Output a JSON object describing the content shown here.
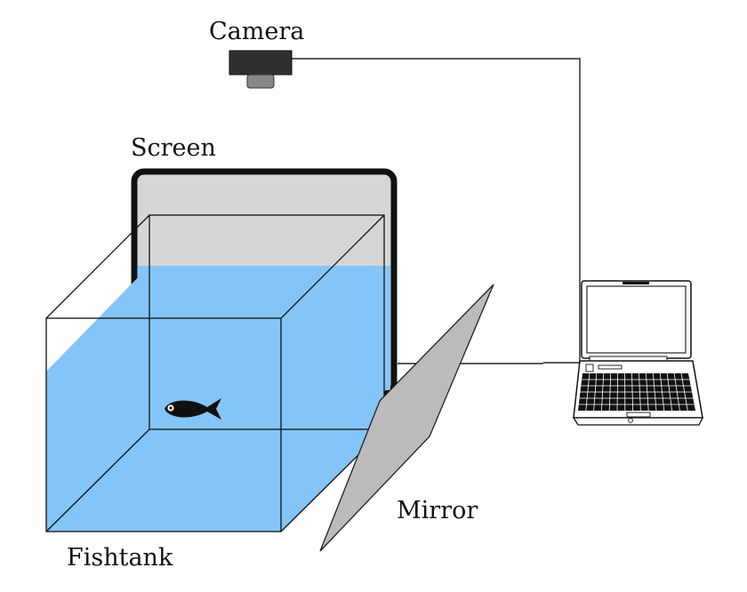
{
  "labels": {
    "camera": "Camera",
    "screen": "Screen",
    "mirror": "Mirror",
    "fishtank": "Fishtank"
  },
  "colors": {
    "water": "#84c5f9",
    "screen_face": "#d6d6d6",
    "screen_frame": "#111111",
    "camera_body": "#303030",
    "camera_lens": "#888888",
    "mirror": "#bbbbbb",
    "stimulus_ellipse": "#333333",
    "fish": "#111111",
    "laptop_body": "#ffffff",
    "keyboard": "#111111"
  },
  "icons": {
    "camera": "camera-icon",
    "laptop": "laptop-icon",
    "fish": "fish-icon"
  }
}
